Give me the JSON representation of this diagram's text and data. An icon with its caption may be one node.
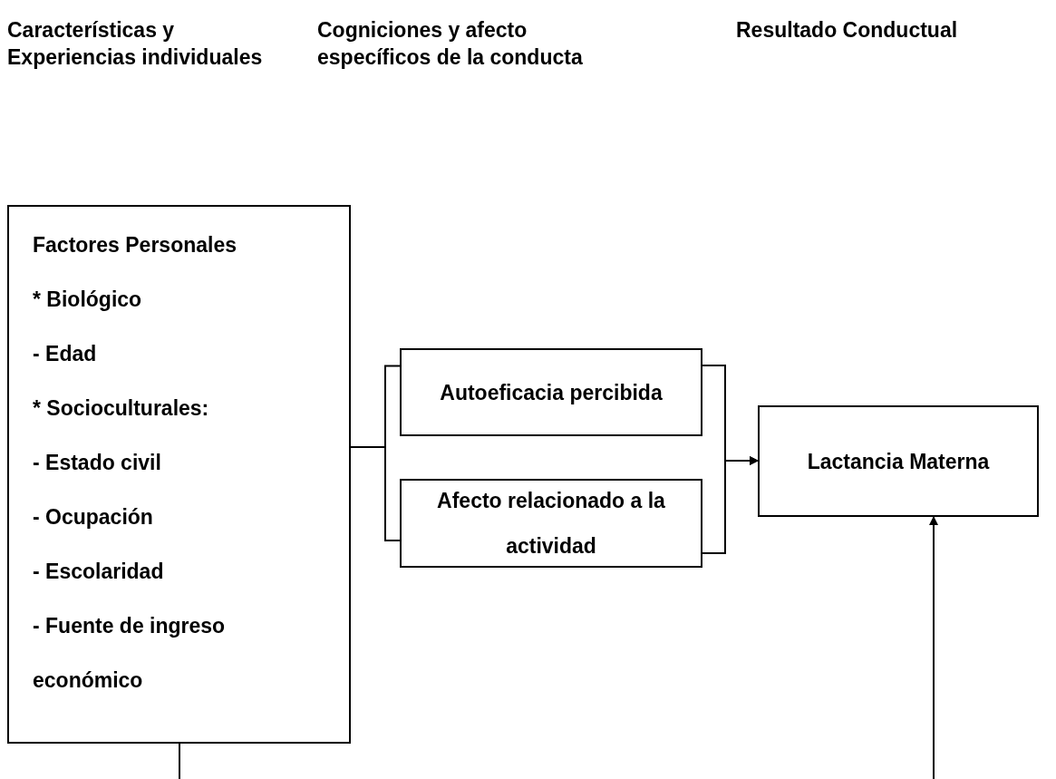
{
  "diagram": {
    "nodes": [
      {
        "text": [
          "Factores Personales",
          "* Biológico",
          "- Edad",
          "* Socioculturales:",
          "- Estado civil",
          "- Ocupación",
          "- Escolaridad",
          "- Fuente de ingreso económico"
        ]
      },
      {
        "text": [
          "Autoeficacia percibida"
        ]
      },
      {
        "text": [
          "Afecto relacionado a la actividad"
        ]
      },
      {
        "text": [
          "Lactancia Materna"
        ]
      }
    ],
    "edges": [
      {
        "from": 0,
        "to": 1,
        "arrow": "none"
      },
      {
        "from": 0,
        "to": 2,
        "arrow": "none"
      },
      {
        "from": 1,
        "to": 3,
        "arrow": "to"
      },
      {
        "from": 2,
        "to": 3,
        "arrow": "to"
      },
      {
        "from": 0,
        "to": null,
        "arrow": "none"
      },
      {
        "from": null,
        "to": 3,
        "arrow": "to"
      }
    ],
    "labels": [
      "Características y Experiencias individuales",
      "Cogniciones y afecto específicos de la conducta",
      "Resultado Conductual"
    ]
  }
}
